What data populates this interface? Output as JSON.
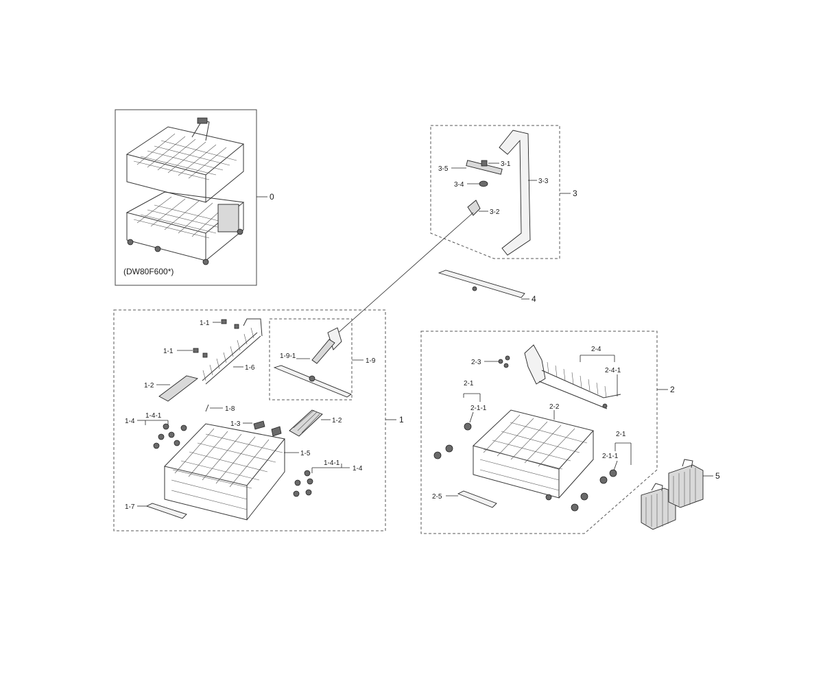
{
  "model_label": "(DW80F600*)",
  "labels": {
    "l0": "0",
    "l1": "1",
    "l1_1a": "1-1",
    "l1_1b": "1-1",
    "l1_2a": "1-2",
    "l1_2b": "1-2",
    "l1_3": "1-3",
    "l1_4a": "1-4",
    "l1_4_1a": "1-4-1",
    "l1_4b": "1-4",
    "l1_4_1b": "1-4-1",
    "l1_5": "1-5",
    "l1_6": "1-6",
    "l1_7": "1-7",
    "l1_8": "1-8",
    "l1_9": "1-9",
    "l1_9_1": "1-9-1",
    "l2": "2",
    "l2_1a": "2-1",
    "l2_1_1a": "2-1-1",
    "l2_1b": "2-1",
    "l2_1_1b": "2-1-1",
    "l2_2": "2-2",
    "l2_3": "2-3",
    "l2_4": "2-4",
    "l2_4_1": "2-4-1",
    "l2_5": "2-5",
    "l3": "3",
    "l3_1": "3-1",
    "l3_2": "3-2",
    "l3_3": "3-3",
    "l3_4": "3-4",
    "l3_5": "3-5",
    "l4": "4",
    "l5": "5"
  },
  "colors": {
    "line": "#222222",
    "background": "#ffffff"
  }
}
